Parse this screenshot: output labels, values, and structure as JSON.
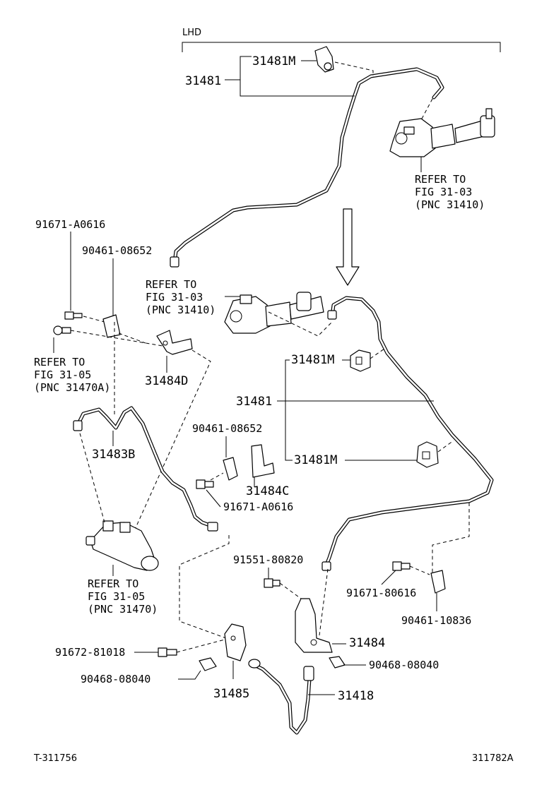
{
  "header": {
    "lhd": "LHD"
  },
  "top_section": {
    "clamp_label": "31481M",
    "tube_label": "31481",
    "refer": {
      "line1": "REFER TO",
      "line2": "FIG 31-03",
      "line3": "(PNC 31410)"
    }
  },
  "left_section": {
    "bolt_a": "91671-A0616",
    "clip_a": "90461-08652",
    "refer_master": {
      "line1": "REFER TO",
      "line2": "FIG 31-03",
      "line3": "(PNC 31410)"
    },
    "refer_slave_a": {
      "line1": "REFER TO",
      "line2": "FIG 31-05",
      "line3": "(PNC 31470A)"
    },
    "bracket_d": "31484D",
    "tube_b": "31483B",
    "clip_b": "90461-08652",
    "bracket_c": "31484C",
    "bolt_b": "91671-A0616",
    "refer_slave": {
      "line1": "REFER TO",
      "line2": "FIG 31-05",
      "line3": "(PNC 31470)"
    },
    "bolt_c": "91672-81018",
    "clip_c": "90468-08040",
    "bracket_e": "31485"
  },
  "right_section": {
    "clamp_upper": "31481M",
    "tube": "31481",
    "clamp_lower": "31481M",
    "bolt_d": "91551-80820",
    "bolt_e": "91671-80616",
    "clip_d": "90461-10836",
    "bracket": "31484",
    "clip_e": "90468-08040",
    "hose": "31418"
  },
  "footer": {
    "left_code": "T-311756",
    "right_code": "311782A"
  }
}
